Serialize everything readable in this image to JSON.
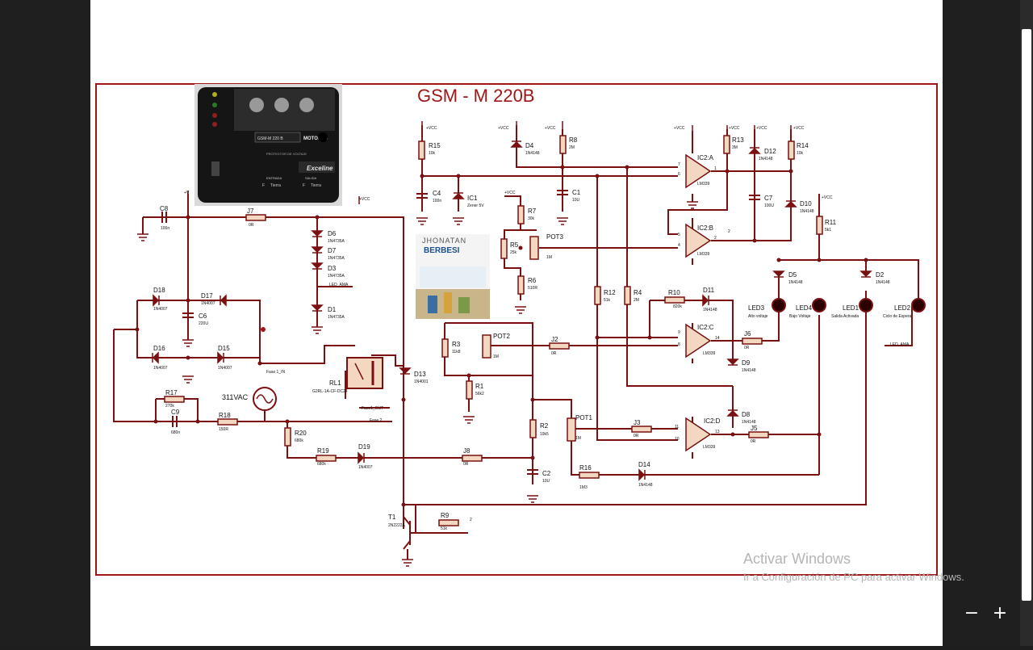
{
  "title": "GSM - M 220B",
  "colors": {
    "wire": "#7a1010",
    "frame": "#a01616",
    "dark": "#4a0a0a",
    "background": "#1e1e1e",
    "sheet": "#ffffff"
  },
  "photo": {
    "brand": "Exceline",
    "model_label": "MOTORES",
    "badge": "GSM-M 220 B",
    "panel_text": "PROTECTOR DE VOLTAJE",
    "entrada": "ENTRADA",
    "salida": "SALIDA",
    "fase": "F",
    "tierra": "Tierra"
  },
  "logo": {
    "line1": "JHONATAN",
    "line2": "BERBESI"
  },
  "components": [
    {
      "ref": "C8",
      "value": "100n"
    },
    {
      "ref": "J7",
      "value": "0R"
    },
    {
      "ref": "D6",
      "value": "1N4735A"
    },
    {
      "ref": "D7",
      "value": "1N4735A"
    },
    {
      "ref": "D3",
      "value": "1N4735A"
    },
    {
      "ref": "D1",
      "value": "1N4735A"
    },
    {
      "ref": "D18",
      "value": "1N4007"
    },
    {
      "ref": "D17",
      "value": "1N4007"
    },
    {
      "ref": "C6",
      "value": "220U"
    },
    {
      "ref": "D16",
      "value": "1N4007"
    },
    {
      "ref": "D15",
      "value": "1N4007"
    },
    {
      "ref": "R17",
      "value": "270k"
    },
    {
      "ref": "C9",
      "value": "680n"
    },
    {
      "ref": "R18",
      "value": "150R"
    },
    {
      "ref": "R20",
      "value": "680k"
    },
    {
      "ref": "R19",
      "value": "680k"
    },
    {
      "ref": "D19",
      "value": "1N4007"
    },
    {
      "ref": "J8",
      "value": "0R"
    },
    {
      "ref": "RL1",
      "value": "G2RL-1A-CF-DC24"
    },
    {
      "ref": "D13",
      "value": "1N4001"
    },
    {
      "ref": "T1",
      "value": "2N2222A"
    },
    {
      "ref": "R9",
      "value": "51k"
    },
    {
      "ref": "R15",
      "value": "10k"
    },
    {
      "ref": "C4",
      "value": "100n"
    },
    {
      "ref": "IC1",
      "value": "Zener 5V"
    },
    {
      "ref": "D4",
      "value": "1N4148"
    },
    {
      "ref": "R8",
      "value": "2M"
    },
    {
      "ref": "C1",
      "value": "10U"
    },
    {
      "ref": "R7",
      "value": "30k"
    },
    {
      "ref": "R5",
      "value": "25k"
    },
    {
      "ref": "POT3",
      "value": "1M"
    },
    {
      "ref": "R6",
      "value": "510R"
    },
    {
      "ref": "R3",
      "value": "11k8"
    },
    {
      "ref": "POT2",
      "value": "1M"
    },
    {
      "ref": "R1",
      "value": "56k2"
    },
    {
      "ref": "J2",
      "value": "0R"
    },
    {
      "ref": "R2",
      "value": "19k5"
    },
    {
      "ref": "POT1",
      "value": "1M"
    },
    {
      "ref": "J3",
      "value": "0R"
    },
    {
      "ref": "C2",
      "value": "10U"
    },
    {
      "ref": "R16",
      "value": "1M3"
    },
    {
      "ref": "D14",
      "value": "1N4148"
    },
    {
      "ref": "R12",
      "value": "51k"
    },
    {
      "ref": "R4",
      "value": "2M"
    },
    {
      "ref": "R10",
      "value": "820k"
    },
    {
      "ref": "D11",
      "value": "1N4148"
    },
    {
      "ref": "IC2:A",
      "value": "LM339"
    },
    {
      "ref": "IC2:B",
      "value": "LM339"
    },
    {
      "ref": "IC2:C",
      "value": "LM339"
    },
    {
      "ref": "IC2:D",
      "value": "LM339"
    },
    {
      "ref": "R13",
      "value": "3M"
    },
    {
      "ref": "D12",
      "value": "1N4148"
    },
    {
      "ref": "C7",
      "value": "100U"
    },
    {
      "ref": "R14",
      "value": "10k"
    },
    {
      "ref": "D10",
      "value": "1N4148"
    },
    {
      "ref": "R11",
      "value": "5k1"
    },
    {
      "ref": "D5",
      "value": "1N4148"
    },
    {
      "ref": "D2",
      "value": "1N4148"
    },
    {
      "ref": "J6",
      "value": "0R"
    },
    {
      "ref": "D9",
      "value": "1N4148"
    },
    {
      "ref": "D8",
      "value": "1N4148"
    },
    {
      "ref": "J5",
      "value": "0R"
    }
  ],
  "leds": [
    {
      "ref": "LED3",
      "label": "Alto voltaje"
    },
    {
      "ref": "LED4",
      "label": "Bajo Voltaje"
    },
    {
      "ref": "LED1",
      "label": "Salida Activada"
    },
    {
      "ref": "LED2",
      "label": "Ciclo de Espera"
    }
  ],
  "source": {
    "value": "311VAC"
  },
  "nets": {
    "vcc": "+VCC",
    "vplus": "+V",
    "led_ama_1": "LED_AMA",
    "led_ama_2": "LED_AMA",
    "fase1_in": "Fase 1_IN",
    "fase1_out": "Fase1_OUT",
    "fase2": "Fase 2",
    "pin2": "2",
    "pin_a1": "1",
    "pin_b2": "2",
    "pin_c14": "14",
    "pin_d13": "13",
    "pin_a7": "7",
    "pin_a6": "6",
    "pin_b5": "5",
    "pin_b4": "4",
    "pin_c9": "9",
    "pin_c8": "8",
    "pin_d11": "11",
    "pin_d10": "10"
  },
  "watermark": {
    "line1": "Activar Windows",
    "line2": "Ir a Configuración de PC para activar Windows."
  },
  "controls": {
    "zoom_out": "−",
    "zoom_in": "+"
  }
}
